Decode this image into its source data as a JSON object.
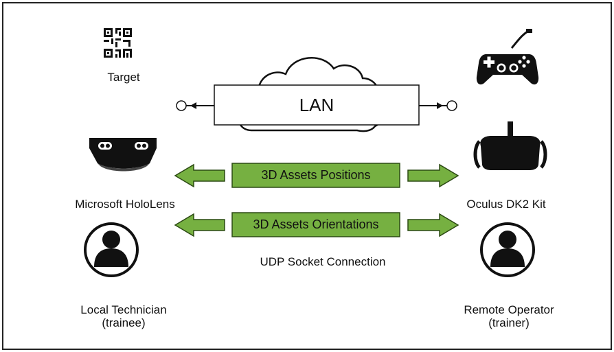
{
  "diagram": {
    "network": {
      "label": "LAN"
    },
    "left_side": {
      "target_label": "Target",
      "device_label": "Microsoft HoloLens",
      "person_line1": "Local Technician",
      "person_line2": "(trainee)"
    },
    "right_side": {
      "device_label": "Oculus DK2 Kit",
      "person_line1": "Remote Operator",
      "person_line2": "(trainer)"
    },
    "channels": {
      "positions": "3D Assets Positions",
      "orientations": "3D Assets Orientations",
      "connection": "UDP Socket Connection"
    },
    "colors": {
      "arrow_fill": "#76b041",
      "arrow_stroke": "#2c4a14",
      "ink": "#111111",
      "border": "#222222"
    },
    "icons": {
      "target": "qr-code-icon",
      "gamepad": "gamepad-icon",
      "hololens": "hololens-headset-icon",
      "oculus": "oculus-headset-icon",
      "person": "user-avatar-icon",
      "cloud": "cloud-icon"
    }
  }
}
